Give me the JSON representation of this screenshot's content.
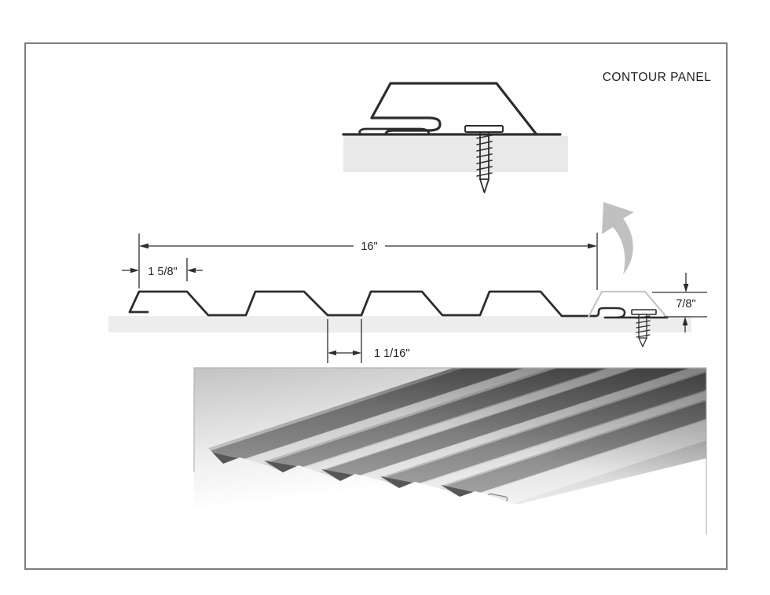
{
  "title": "CONTOUR PANEL",
  "diagram_type": "technical drawing - corrugated metal panel profile",
  "dimensions": {
    "coverage_width": "16\"",
    "rib_top_width": "1 5/8\"",
    "valley_width": "1 1/16\"",
    "panel_depth": "7/8\""
  },
  "views": {
    "seam_detail": "enlarged side-lap seam with concealed fastener screw",
    "profile_section": "dimensioned cross-section profile",
    "perspective": "3D rendering of contour panel"
  },
  "colors": {
    "line": "#2d2d2d",
    "page_border": "#7d7d7d",
    "substrate": "#e9e9e9",
    "overlay_panel_outline": "#c6c6c6",
    "callout_arrow": "#c0c0c0"
  }
}
